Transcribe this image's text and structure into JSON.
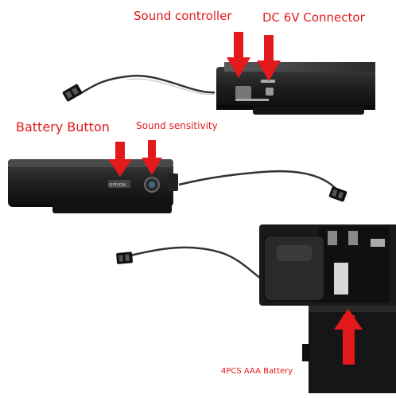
{
  "labels": {
    "sound_controller": "Sound controller",
    "dc_connector": "DC 6V Connector",
    "battery_button": "Battery Button",
    "sound_sensitivity": "Sound sensitivity",
    "battery_type": "4PCS AAA Battery"
  },
  "device_markings": {
    "switch_text": "OFF/ON"
  },
  "colors": {
    "annotation_red": "#e3191b",
    "device_black": "#1b1b1b"
  }
}
